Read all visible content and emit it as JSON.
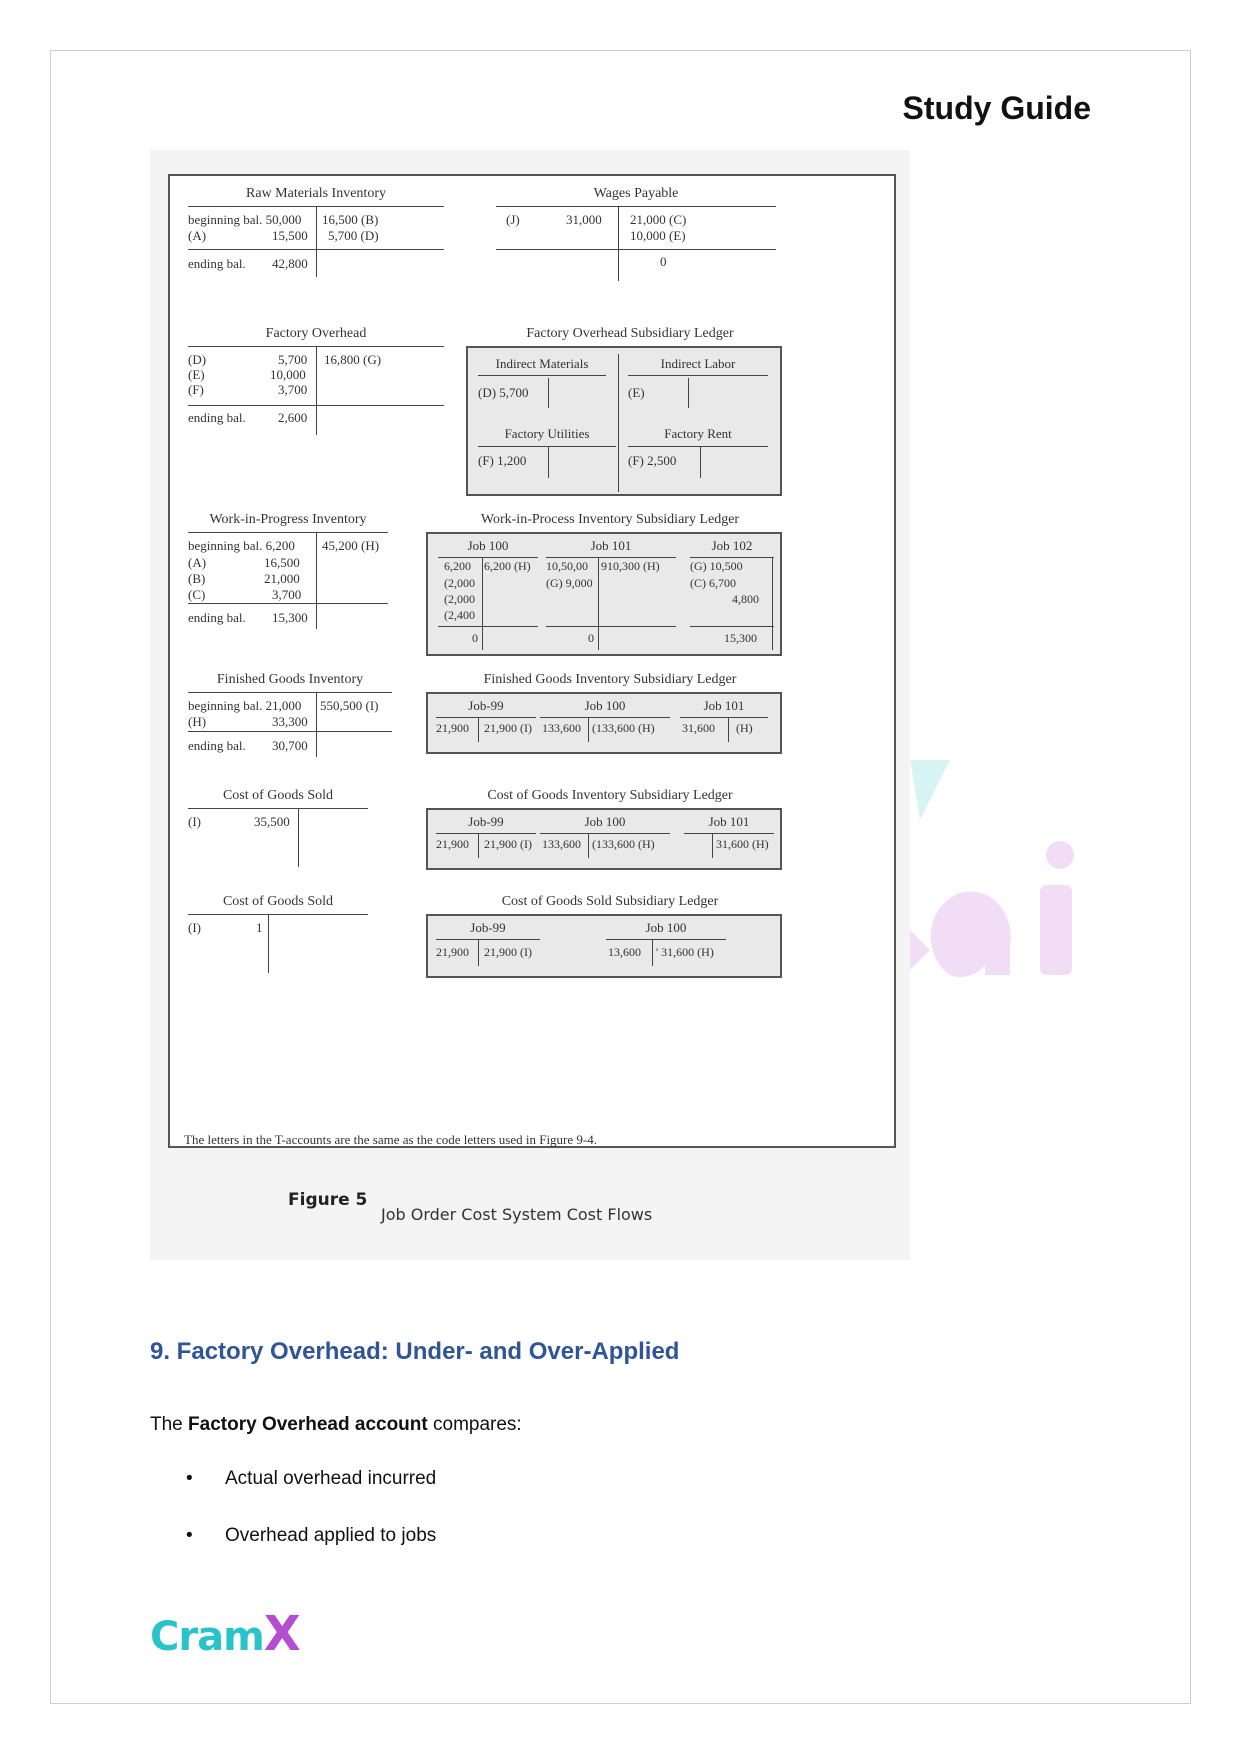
{
  "header": {
    "title": "Study Guide"
  },
  "figure": {
    "footnote": "The letters in the T-accounts are the same as the code letters used in Figure 9-4.",
    "caption_number": "Figure 5",
    "caption_text": "Job Order Cost System Cost Flows",
    "raw_materials": {
      "title": "Raw Materials Inventory",
      "debits": [
        "beginning bal. 50,000",
        "(A)",
        "15,500"
      ],
      "credits": [
        "16,500 (B)",
        "5,700 (D)"
      ],
      "ending": "ending bal.",
      "ending_value": "42,800"
    },
    "wages_payable": {
      "title": "Wages Payable",
      "debit_label": "(J)",
      "debit_value": "31,000",
      "credits": [
        "21,000 (C)",
        "10,000 (E)"
      ],
      "balance": "0"
    },
    "factory_overhead": {
      "title": "Factory Overhead",
      "debits": [
        [
          "(D)",
          "5,700"
        ],
        [
          "(E)",
          "10,000"
        ],
        [
          "(F)",
          "3,700"
        ]
      ],
      "credit": "16,800 (G)",
      "ending": "ending bal.",
      "ending_value": "2,600"
    },
    "fo_subsidiary": {
      "title": "Factory Overhead Subsidiary Ledger",
      "indirect_materials": "Indirect Materials",
      "im_entry": "(D) 5,700",
      "indirect_labor": "Indirect Labor",
      "il_entry": "(E)",
      "factory_utilities": "Factory Utilities",
      "fu_entry": "(F) 1,200",
      "factory_rent": "Factory Rent",
      "fr_entry": "(F) 2,500"
    },
    "wip": {
      "title": "Work-in-Progress Inventory",
      "debits": [
        [
          "beginning bal. 6,200",
          ""
        ],
        [
          "(A)",
          "16,500"
        ],
        [
          "(B)",
          "21,000"
        ],
        [
          "(C)",
          "3,700"
        ]
      ],
      "credit": "45,200 (H)",
      "ending": "ending bal.",
      "ending_value": "15,300"
    },
    "wip_subsidiary": {
      "title": "Work-in-Process Inventory Subsidiary Ledger",
      "job100": "Job 100",
      "job101": "Job 101",
      "job102": "Job 102",
      "j100_left": [
        "6,200",
        "(2,000",
        "(2,000",
        "(2,400"
      ],
      "j100_right": "6,200 (H)",
      "j100_bal": "0",
      "j101_left": [
        "10,50,00",
        "(G) 9,000"
      ],
      "j101_right": "910,300 (H)",
      "j101_bal": "0",
      "j102_left": [
        "(G)  10,500",
        "(C)   6,700",
        "4,800"
      ],
      "j102_bal": "15,300"
    },
    "fg": {
      "title": "Finished Goods Inventory",
      "debits": [
        [
          "beginning bal. 21,000"
        ],
        [
          "(H)",
          "33,300"
        ]
      ],
      "credit": "550,500 (I)",
      "ending": "ending bal.",
      "ending_value": "30,700"
    },
    "fg_subsidiary": {
      "title": "Finished Goods Inventory Subsidiary Ledger",
      "job99": "Job-99",
      "job100": "Job 100",
      "job101": "Job 101",
      "row": [
        "21,900",
        "21,900 (I)",
        "133,600",
        "(133,600 (H)",
        "31,600",
        "(H)"
      ]
    },
    "cogs1": {
      "title": "Cost of Goods Sold",
      "label": "(I)",
      "value": "35,500"
    },
    "cogi_subsidiary": {
      "title": "Cost of Goods Inventory Subsidiary Ledger",
      "job99": "Job-99",
      "job100": "Job 100",
      "job101": "Job 101",
      "row": [
        "21,900",
        "21,900 (I)",
        "133,600",
        "(133,600 (H)",
        "31,600 (H)"
      ]
    },
    "cogs2": {
      "title": "Cost of Goods Sold",
      "label": "(I)",
      "value": "1"
    },
    "cogs_subsidiary": {
      "title": "Cost of Goods Sold Subsidiary Ledger",
      "job99": "Job-99",
      "job100": "Job 100",
      "row": [
        "21,900",
        "21,900 (I)",
        "13,600",
        "' 31,600 (H)"
      ]
    }
  },
  "section": {
    "heading": "9. Factory Overhead: Under- and Over-Applied",
    "intro_prefix": "The ",
    "intro_bold": "Factory Overhead account",
    "intro_suffix": " compares:",
    "bullet_symbol": "•",
    "bullets": [
      "Actual overhead incurred",
      "Overhead applied to jobs"
    ]
  },
  "logo": {
    "cram": "Cram",
    "x": "X"
  }
}
